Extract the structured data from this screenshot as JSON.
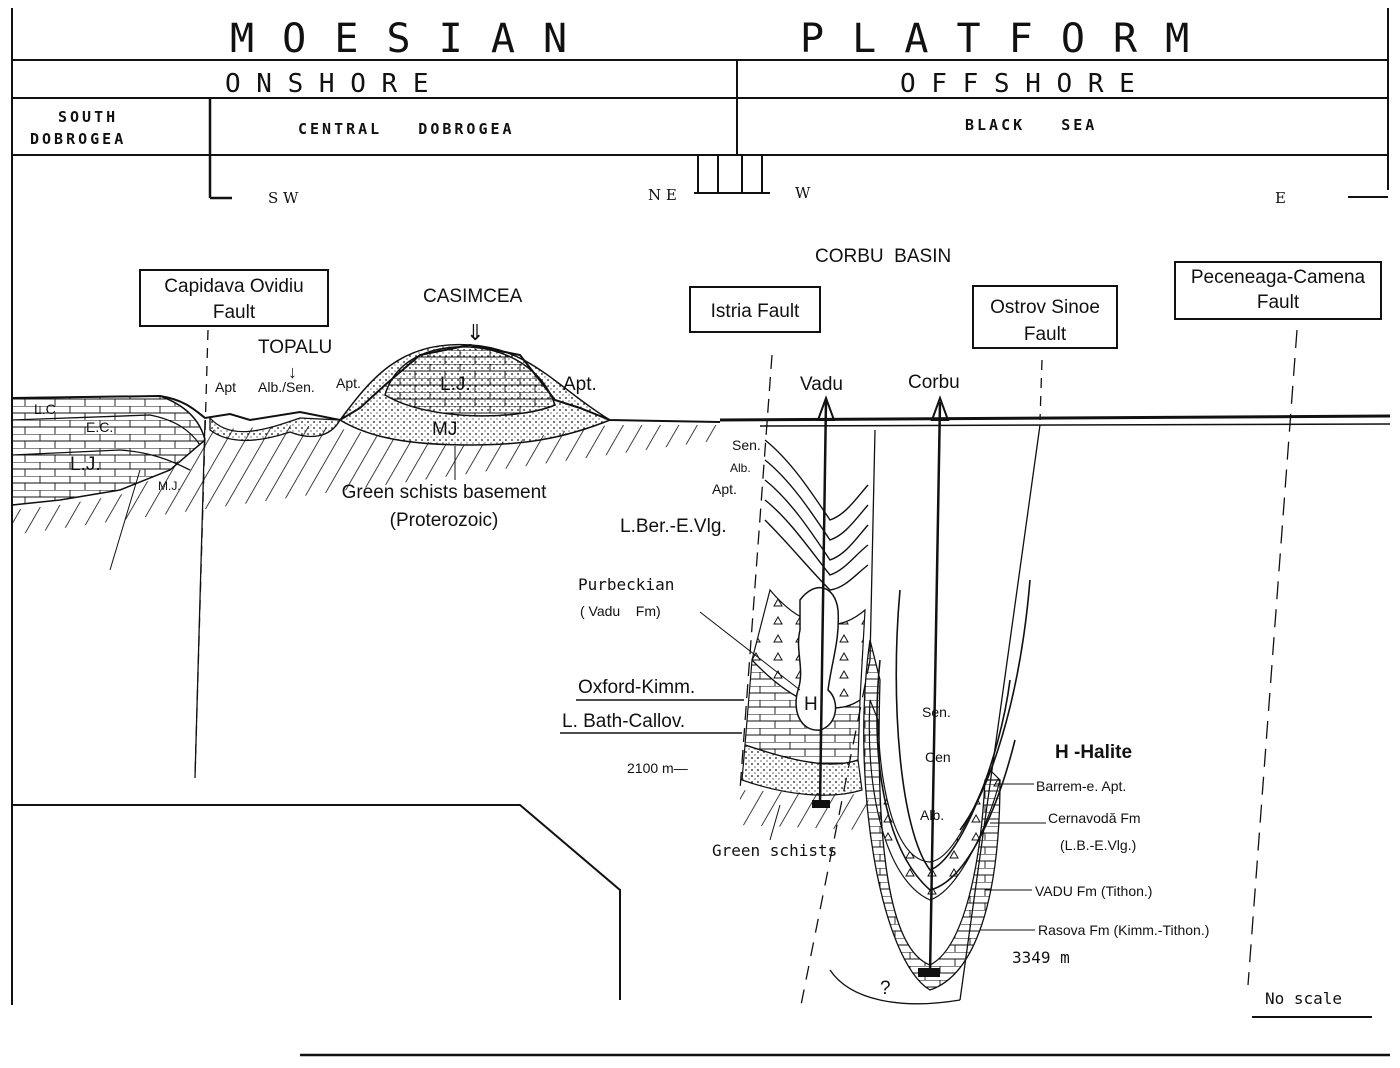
{
  "header": {
    "title_left": "M O E S I A N",
    "title_right": "P L A T F O R M",
    "onshore": "O N S H O R E",
    "offshore": "O F F S H O R E",
    "south_dobrogea_1": "SOUTH",
    "south_dobrogea_2": "DOBROGEA",
    "central_dobrogea": "CENTRAL   DOBROGEA",
    "black_sea": "BLACK   SEA"
  },
  "directions": {
    "sw": "S W",
    "ne": "N E",
    "w": "W",
    "e": "E"
  },
  "faults": {
    "capidava_1": "Capidava Ovidiu",
    "capidava_2": "Fault",
    "istria": "Istria Fault",
    "ostrov_1": "Ostrov Sinoe",
    "ostrov_2": "Fault",
    "peceneaga_1": "Peceneaga-Camena",
    "peceneaga_2": "Fault"
  },
  "places": {
    "corbu_basin": "CORBU  BASIN",
    "casimcea": "CASIMCEA",
    "topalu": "TOPALU",
    "vadu": "Vadu",
    "corbu": "Corbu"
  },
  "units_onshore": {
    "lc": "L.C",
    "ec": "E.C.",
    "lj_left": "L.J.",
    "mj_left": "M.J.",
    "apt1": "Apt",
    "alb_sen": "Alb./Sen.",
    "apt2": "Apt.",
    "lj": "L.J.",
    "mj": "MJ",
    "apt3": "Apt.",
    "basement_1": "Green schists basement",
    "basement_2": "(Proterozoic)"
  },
  "units_vadu": {
    "sen": "Sen.",
    "alb": "Alb.",
    "apt": "Apt.",
    "lber": "L.Ber.-E.Vlg.",
    "purbeckian_1": "Purbeckian",
    "purbeckian_2": "( Vadu    Fm)",
    "oxford": "Oxford-Kimm.",
    "bath": "L. Bath-Callov.",
    "depth_2100": "2100 m—",
    "h": "H",
    "green_schists": "Green  schists"
  },
  "units_corbu": {
    "sen": "Sen.",
    "cen": "Cen",
    "alb": "Alb.",
    "q": "?",
    "depth_3349": "3349 m"
  },
  "legend": {
    "halite": "H -Halite",
    "barrem": "Barrem-e. Apt.",
    "cernavoda_1": "Cernavodă Fm",
    "cernavoda_2": "(L.B.-E.Vlg.)",
    "vadu_fm": "VADU Fm (Tithon.)",
    "rasova": "Rasova Fm (Kimm.-Tithon.)",
    "no_scale": "No scale"
  },
  "colors": {
    "ink": "#111111",
    "paper": "#ffffff"
  }
}
